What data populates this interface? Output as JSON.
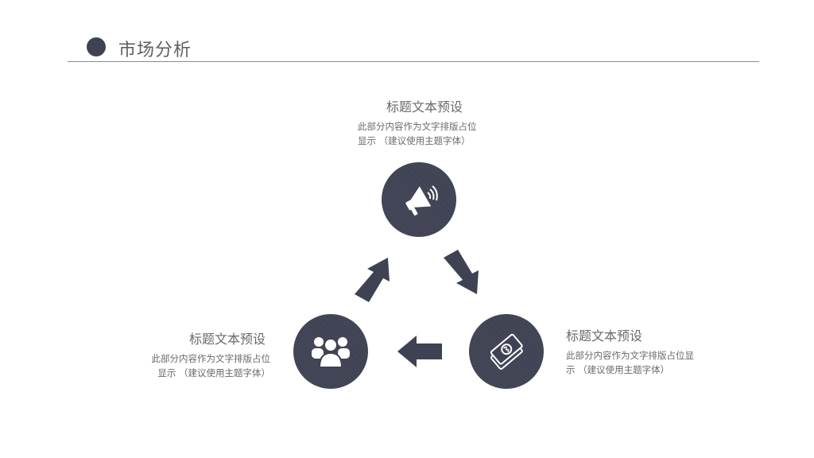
{
  "header": {
    "title": "市场分析"
  },
  "nodes": [
    {
      "id": "top",
      "icon": "megaphone-icon",
      "title": "标题文本预设",
      "desc_line1": "此部分内容作为文字排版占位",
      "desc_line2": "显示 （建议使用主题字体）"
    },
    {
      "id": "left",
      "icon": "users-icon",
      "title": "标题文本预设",
      "desc_line1": "此部分内容作为文字排版占位",
      "desc_line2": "显示 （建议使用主题字体）"
    },
    {
      "id": "right",
      "icon": "money-icon",
      "title": "标题文本预设",
      "desc_line1": "此部分内容作为文字排版占位显",
      "desc_line2": "示 （建议使用主题字体）"
    }
  ],
  "colors": {
    "circle": "#3f4253",
    "text": "#6a6a6f",
    "rule": "#8a8a8f"
  }
}
